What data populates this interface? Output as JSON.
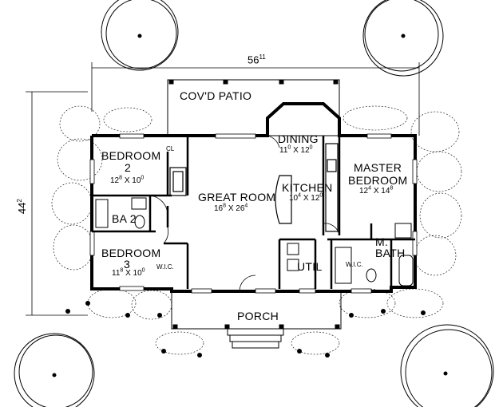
{
  "overall": {
    "width": {
      "feet": "56",
      "inches": "11"
    },
    "depth": {
      "feet": "44",
      "inches": "2"
    }
  },
  "rooms": {
    "covd_patio": {
      "name": "COV'D PATIO"
    },
    "bedroom2": {
      "name_line1": "BEDROOM",
      "name_line2": "2",
      "dim_w": "12",
      "dim_w_in": "8",
      "dim_l": "10",
      "dim_l_in": "0",
      "closet": "CL"
    },
    "ba2": {
      "name": "BA 2"
    },
    "bedroom3": {
      "name_line1": "BEDROOM",
      "name_line2": "3",
      "dim_w": "11",
      "dim_w_in": "8",
      "dim_l": "10",
      "dim_l_in": "0",
      "closet": "W.I.C."
    },
    "great_room": {
      "name": "GREAT ROOM",
      "dim_w": "16",
      "dim_w_in": "8",
      "dim_l": "26",
      "dim_l_in": "4"
    },
    "dining": {
      "name": "DINING",
      "dim_w": "11",
      "dim_w_in": "0",
      "dim_l": "12",
      "dim_l_in": "0"
    },
    "kitchen": {
      "name": "KITCHEN",
      "dim_w": "10",
      "dim_w_in": "4",
      "dim_l": "12",
      "dim_l_in": "0"
    },
    "util": {
      "name": "UTIL"
    },
    "master_bedroom": {
      "name_line1": "MASTER",
      "name_line2": "BEDROOM",
      "dim_w": "12",
      "dim_w_in": "4",
      "dim_l": "14",
      "dim_l_in": "8"
    },
    "master_bath": {
      "name_line1": "M.",
      "name_line2": "BATH",
      "closet": "W.I.C."
    },
    "porch": {
      "name": "PORCH"
    }
  },
  "separator": "X"
}
